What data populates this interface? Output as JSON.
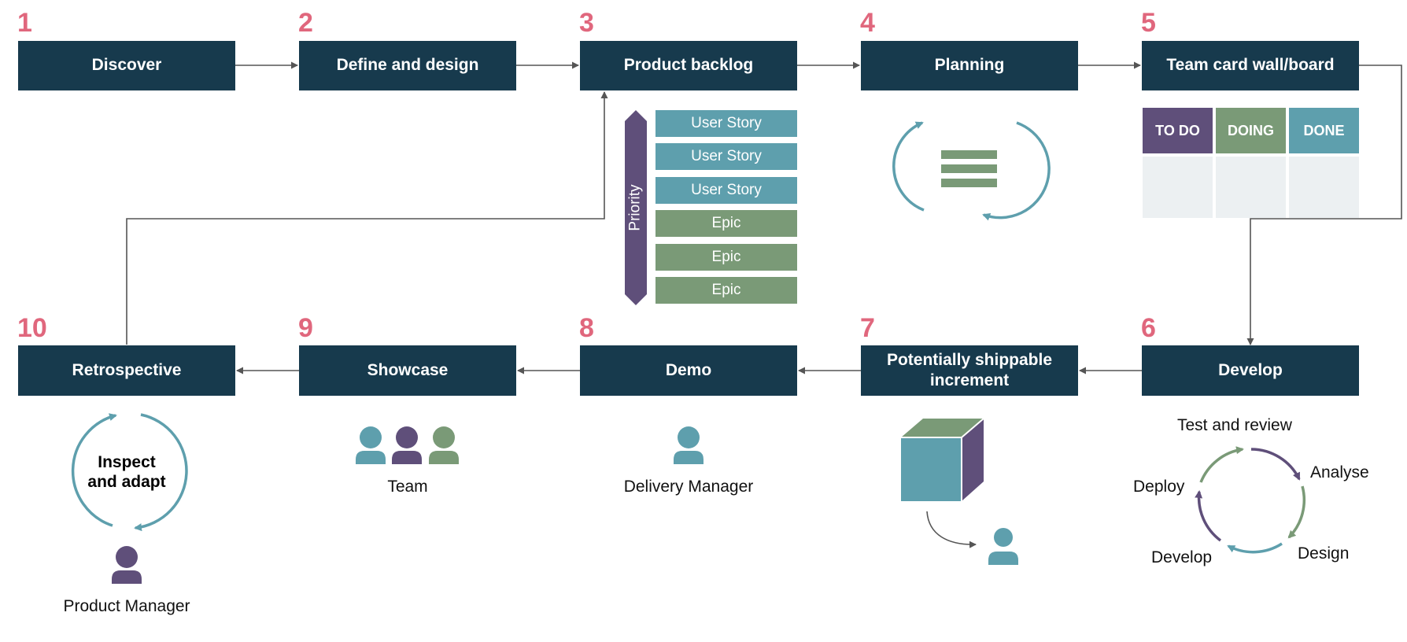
{
  "stages": [
    {
      "number": "1",
      "title": "Discover"
    },
    {
      "number": "2",
      "title": "Define and design"
    },
    {
      "number": "3",
      "title": "Product backlog"
    },
    {
      "number": "4",
      "title": "Planning"
    },
    {
      "number": "5",
      "title": "Team card wall/board"
    },
    {
      "number": "6",
      "title": "Develop"
    },
    {
      "number": "7",
      "title": "Potentially shippable increment"
    },
    {
      "number": "8",
      "title": "Demo"
    },
    {
      "number": "9",
      "title": "Showcase"
    },
    {
      "number": "10",
      "title": "Retrospective"
    }
  ],
  "backlog": {
    "priority_label": "Priority",
    "items": [
      "User Story",
      "User Story",
      "User Story",
      "Epic",
      "Epic",
      "Epic"
    ]
  },
  "board": {
    "columns": [
      "TO DO",
      "DOING",
      "DONE"
    ]
  },
  "develop_cycle": {
    "steps": [
      "Test and review",
      "Analyse",
      "Design",
      "Develop",
      "Deploy"
    ]
  },
  "demo": {
    "person": "Delivery Manager"
  },
  "showcase": {
    "group": "Team"
  },
  "retrospective": {
    "cycle_label": "Inspect and adapt",
    "person": "Product Manager"
  },
  "colors": {
    "stage_bg": "#173a4d",
    "number": "#e0677d",
    "teal": "#5e9fad",
    "purple": "#5f4f7a",
    "green": "#7a9a77",
    "board_cell": "#ecf0f2",
    "connector": "#555555"
  },
  "icons": [
    "cycle-arrows-icon",
    "list-lines-icon",
    "person-icon",
    "cube-icon",
    "curved-arrow-icon"
  ]
}
